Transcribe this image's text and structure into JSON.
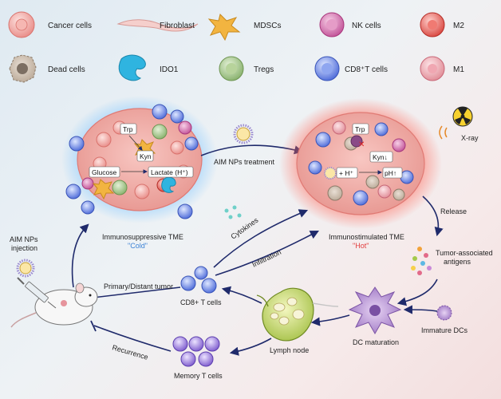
{
  "legend": {
    "cancer_cells": "Cancer cells",
    "fibroblast": "Fibroblast",
    "mdscs": "MDSCs",
    "nk_cells": "NK cells",
    "m2": "M2",
    "dead_cells": "Dead cells",
    "ido1": "IDO1",
    "tregs": "Tregs",
    "cd8_t_cells": "CD8⁺T cells",
    "m1": "M1"
  },
  "left_tumor": {
    "trp": "Trp",
    "kyn": "Kyn",
    "glucose": "Glucose",
    "lactate": "Lactate (H⁺)",
    "title": "Immunosuppressive TME",
    "state": "\"Cold\""
  },
  "right_tumor": {
    "trp": "Trp",
    "kyn": "Kyn↓",
    "h_plus": "+ H⁺",
    "ph": "pH↑",
    "title": "Immunostimulated TME",
    "state": "\"Hot\""
  },
  "flow": {
    "aim_treatment": "AIM NPs treatment",
    "xray": "X-ray",
    "release": "Release",
    "antigens_line1": "Tumor-associated",
    "antigens_line2": "antigens",
    "immature_dcs": "Immature DCs",
    "dc_maturation": "DC maturation",
    "lymph_node": "Lymph node",
    "memory_t_cells": "Memory T cells",
    "recurrence": "Recurrence",
    "cd8_t_cells": "CD8+ T cells",
    "primary_distant": "Primary/Distant tumor",
    "cytokines": "Cytokines",
    "infiltration": "Infiltration",
    "injection_line1": "AIM NPs",
    "injection_line2": "injection"
  },
  "colors": {
    "arrow": "#1f2a6b",
    "cold": "#3b82d6",
    "hot": "#e23b3b",
    "cancer": "#f3a7a2",
    "cd8": "#5f7fe0",
    "memory": "#8b6fd6"
  }
}
